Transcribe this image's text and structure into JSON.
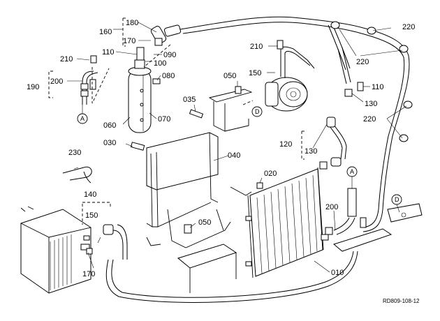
{
  "diagram": {
    "reference_code": "RD809-108-12",
    "part_labels": {
      "p010": "010",
      "p020": "020",
      "p030": "030",
      "p035": "035",
      "p040": "040",
      "p050a": "050",
      "p050b": "050",
      "p060": "060",
      "p070": "070",
      "p080": "080",
      "p090": "090",
      "p100": "100",
      "p110a": "110",
      "p110b": "110",
      "p120": "120",
      "p130a": "130",
      "p130b": "130",
      "p140": "140",
      "p150a": "150",
      "p150b": "150",
      "p160": "160",
      "p170a": "170",
      "p170b": "170",
      "p180": "180",
      "p190": "190",
      "p200a": "200",
      "p200b": "200",
      "p210a": "210",
      "p210b": "210",
      "p220a": "220",
      "p220b": "220",
      "p220c": "220",
      "p230": "230"
    },
    "connection_markers": {
      "a1": "A",
      "a2": "A",
      "d1": "D",
      "d2": "D"
    }
  }
}
